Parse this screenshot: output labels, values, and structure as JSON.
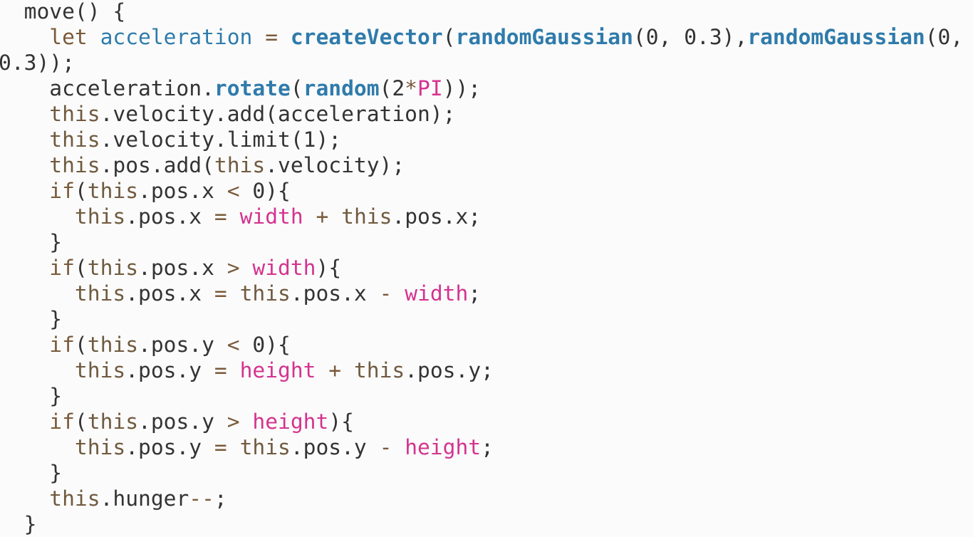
{
  "editor": {
    "language": "javascript",
    "colors": {
      "background": "#fbfbfb",
      "text": "#333333",
      "keyword": "#7a5a3a",
      "function": "#2f7bab",
      "constant": "#d4338f"
    },
    "lines": [
      [
        {
          "t": "  move() {",
          "c": "plain"
        }
      ],
      [
        {
          "t": "    ",
          "c": "plain"
        },
        {
          "t": "let",
          "c": "kw"
        },
        {
          "t": " ",
          "c": "plain"
        },
        {
          "t": "acceleration",
          "c": "var"
        },
        {
          "t": " ",
          "c": "plain"
        },
        {
          "t": "=",
          "c": "op"
        },
        {
          "t": " ",
          "c": "plain"
        },
        {
          "t": "createVector",
          "c": "fn"
        },
        {
          "t": "(",
          "c": "plain"
        },
        {
          "t": "randomGaussian",
          "c": "fn"
        },
        {
          "t": "(0, 0.3),",
          "c": "plain"
        },
        {
          "t": "randomGaussian",
          "c": "fn"
        },
        {
          "t": "(0,",
          "c": "plain"
        }
      ],
      [
        {
          "t": "0.3));",
          "c": "plain"
        }
      ],
      [
        {
          "t": "    acceleration.",
          "c": "plain"
        },
        {
          "t": "rotate",
          "c": "fn"
        },
        {
          "t": "(",
          "c": "plain"
        },
        {
          "t": "random",
          "c": "fn"
        },
        {
          "t": "(2",
          "c": "plain"
        },
        {
          "t": "*",
          "c": "op"
        },
        {
          "t": "PI",
          "c": "const"
        },
        {
          "t": "));",
          "c": "plain"
        }
      ],
      [
        {
          "t": "    ",
          "c": "plain"
        },
        {
          "t": "this",
          "c": "this"
        },
        {
          "t": ".velocity.add(acceleration);",
          "c": "plain"
        }
      ],
      [
        {
          "t": "    ",
          "c": "plain"
        },
        {
          "t": "this",
          "c": "this"
        },
        {
          "t": ".velocity.limit(1);",
          "c": "plain"
        }
      ],
      [
        {
          "t": "    ",
          "c": "plain"
        },
        {
          "t": "this",
          "c": "this"
        },
        {
          "t": ".pos.add(",
          "c": "plain"
        },
        {
          "t": "this",
          "c": "this"
        },
        {
          "t": ".velocity);",
          "c": "plain"
        }
      ],
      [
        {
          "t": "    ",
          "c": "plain"
        },
        {
          "t": "if",
          "c": "kw"
        },
        {
          "t": "(",
          "c": "plain"
        },
        {
          "t": "this",
          "c": "this"
        },
        {
          "t": ".pos.x ",
          "c": "plain"
        },
        {
          "t": "<",
          "c": "op"
        },
        {
          "t": " 0){",
          "c": "plain"
        }
      ],
      [
        {
          "t": "      ",
          "c": "plain"
        },
        {
          "t": "this",
          "c": "this"
        },
        {
          "t": ".pos.x ",
          "c": "plain"
        },
        {
          "t": "=",
          "c": "op"
        },
        {
          "t": " ",
          "c": "plain"
        },
        {
          "t": "width",
          "c": "const"
        },
        {
          "t": " ",
          "c": "plain"
        },
        {
          "t": "+",
          "c": "op"
        },
        {
          "t": " ",
          "c": "plain"
        },
        {
          "t": "this",
          "c": "this"
        },
        {
          "t": ".pos.x;",
          "c": "plain"
        }
      ],
      [
        {
          "t": "    }",
          "c": "plain"
        }
      ],
      [
        {
          "t": "    ",
          "c": "plain"
        },
        {
          "t": "if",
          "c": "kw"
        },
        {
          "t": "(",
          "c": "plain"
        },
        {
          "t": "this",
          "c": "this"
        },
        {
          "t": ".pos.x ",
          "c": "plain"
        },
        {
          "t": ">",
          "c": "op"
        },
        {
          "t": " ",
          "c": "plain"
        },
        {
          "t": "width",
          "c": "const"
        },
        {
          "t": "){",
          "c": "plain"
        }
      ],
      [
        {
          "t": "      ",
          "c": "plain"
        },
        {
          "t": "this",
          "c": "this"
        },
        {
          "t": ".pos.x ",
          "c": "plain"
        },
        {
          "t": "=",
          "c": "op"
        },
        {
          "t": " ",
          "c": "plain"
        },
        {
          "t": "this",
          "c": "this"
        },
        {
          "t": ".pos.x ",
          "c": "plain"
        },
        {
          "t": "-",
          "c": "op"
        },
        {
          "t": " ",
          "c": "plain"
        },
        {
          "t": "width",
          "c": "const"
        },
        {
          "t": ";",
          "c": "plain"
        }
      ],
      [
        {
          "t": "    }",
          "c": "plain"
        }
      ],
      [
        {
          "t": "    ",
          "c": "plain"
        },
        {
          "t": "if",
          "c": "kw"
        },
        {
          "t": "(",
          "c": "plain"
        },
        {
          "t": "this",
          "c": "this"
        },
        {
          "t": ".pos.y ",
          "c": "plain"
        },
        {
          "t": "<",
          "c": "op"
        },
        {
          "t": " 0){",
          "c": "plain"
        }
      ],
      [
        {
          "t": "      ",
          "c": "plain"
        },
        {
          "t": "this",
          "c": "this"
        },
        {
          "t": ".pos.y ",
          "c": "plain"
        },
        {
          "t": "=",
          "c": "op"
        },
        {
          "t": " ",
          "c": "plain"
        },
        {
          "t": "height",
          "c": "const"
        },
        {
          "t": " ",
          "c": "plain"
        },
        {
          "t": "+",
          "c": "op"
        },
        {
          "t": " ",
          "c": "plain"
        },
        {
          "t": "this",
          "c": "this"
        },
        {
          "t": ".pos.y;",
          "c": "plain"
        }
      ],
      [
        {
          "t": "    }",
          "c": "plain"
        }
      ],
      [
        {
          "t": "    ",
          "c": "plain"
        },
        {
          "t": "if",
          "c": "kw"
        },
        {
          "t": "(",
          "c": "plain"
        },
        {
          "t": "this",
          "c": "this"
        },
        {
          "t": ".pos.y ",
          "c": "plain"
        },
        {
          "t": ">",
          "c": "op"
        },
        {
          "t": " ",
          "c": "plain"
        },
        {
          "t": "height",
          "c": "const"
        },
        {
          "t": "){",
          "c": "plain"
        }
      ],
      [
        {
          "t": "      ",
          "c": "plain"
        },
        {
          "t": "this",
          "c": "this"
        },
        {
          "t": ".pos.y ",
          "c": "plain"
        },
        {
          "t": "=",
          "c": "op"
        },
        {
          "t": " ",
          "c": "plain"
        },
        {
          "t": "this",
          "c": "this"
        },
        {
          "t": ".pos.y ",
          "c": "plain"
        },
        {
          "t": "-",
          "c": "op"
        },
        {
          "t": " ",
          "c": "plain"
        },
        {
          "t": "height",
          "c": "const"
        },
        {
          "t": ";",
          "c": "plain"
        }
      ],
      [
        {
          "t": "    }",
          "c": "plain"
        }
      ],
      [
        {
          "t": "    ",
          "c": "plain"
        },
        {
          "t": "this",
          "c": "this"
        },
        {
          "t": ".hunger",
          "c": "plain"
        },
        {
          "t": "--",
          "c": "op"
        },
        {
          "t": ";",
          "c": "plain"
        }
      ],
      [
        {
          "t": "  }",
          "c": "plain"
        }
      ]
    ]
  }
}
